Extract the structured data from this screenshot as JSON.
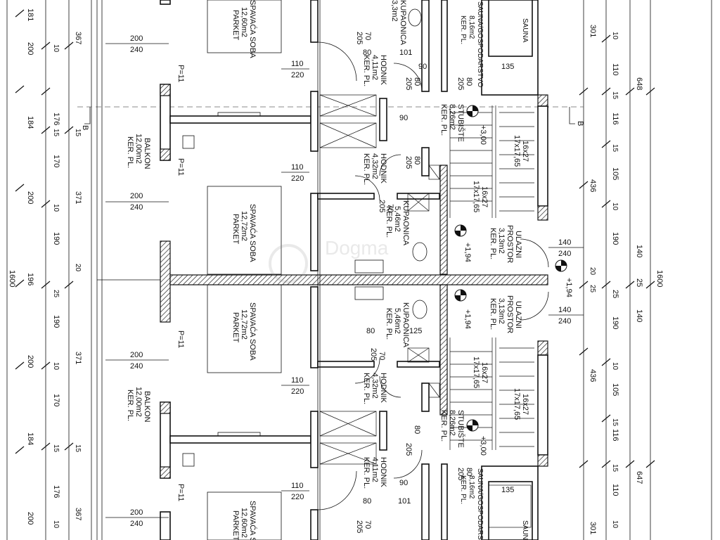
{
  "left_dims": {
    "col_a": [
      "181",
      "200",
      "184",
      "200",
      "196",
      "200",
      "184",
      "200"
    ],
    "col_b": [
      "367",
      "176",
      "170",
      "371",
      "190",
      "190",
      "371",
      "170",
      "176",
      "367"
    ],
    "col_c_small": [
      "10",
      "15",
      "15",
      "10",
      "20",
      "25",
      "10",
      "15",
      "15",
      "10"
    ],
    "total": "1600"
  },
  "right_dims": {
    "col_a": [
      "301",
      "110",
      "116",
      "105",
      "436",
      "190",
      "25",
      "190",
      "436",
      "105",
      "116",
      "110",
      "301"
    ],
    "col_b": [
      "648",
      "140",
      "140",
      "647"
    ],
    "col_c_small": [
      "10",
      "15",
      "15",
      "10",
      "20",
      "25",
      "10",
      "15",
      "15",
      "10"
    ],
    "total": "1600",
    "mid": "25"
  },
  "openings": {
    "w200_240": [
      "200",
      "240"
    ],
    "w110_220": [
      "110",
      "220"
    ],
    "w140_240": [
      "140",
      "240"
    ],
    "door_80_205": [
      "80",
      "205"
    ],
    "door_70_205": [
      "70",
      "205"
    ],
    "door_90": "90",
    "w101": "101",
    "w135": "135",
    "w125": "125",
    "p11": "P=11"
  },
  "rooms": {
    "spavaca_top": [
      "SPAVAĆA SOBA",
      "12,60m2",
      "PARKET"
    ],
    "spavaca_mid1": [
      "SPAVAĆA SOBA",
      "12,72m2",
      "PARKET"
    ],
    "spavaca_mid2": [
      "SPAVAĆA SOBA",
      "12,72m2",
      "PARKET"
    ],
    "spavaca_bot": [
      "SPAVAĆA SOBA",
      "12,60m2",
      "PARKET"
    ],
    "balkon1": [
      "BALKON",
      "12,00m2",
      "KER. PL."
    ],
    "balkon2": [
      "BALKON",
      "12,00m2",
      "KER. PL."
    ],
    "hodnik1": [
      "HODNIK",
      "4,11m2",
      "KER. PL."
    ],
    "hodnik2": [
      "HODNIK",
      "4,32m2",
      "KER. PL."
    ],
    "hodnik3": [
      "HODNIK",
      "4,32m2",
      "KER. PL."
    ],
    "hodnik4": [
      "HODNIK",
      "4,11m2",
      "KER. PL."
    ],
    "kupaonica_top": [
      "KUPAONICA",
      "3,3m2"
    ],
    "kupaonica1": [
      "KUPAONICA",
      "5,46m2",
      "KER. PL."
    ],
    "kupaonica2": [
      "KUPAONICA",
      "5,46m2",
      "KER. PL."
    ],
    "stubiste1": [
      "STUBIŠTE",
      "8,26m2",
      "KER. PL."
    ],
    "stubiste2": [
      "STUBIŠTE",
      "8,26m2",
      "KER. PL."
    ],
    "ulazni1": [
      "ULAZNI",
      "PROSTOR",
      "3,13m2",
      "KER. PL."
    ],
    "ulazni2": [
      "ULAZNI",
      "PROSTOR",
      "3,13m2",
      "KER. PL."
    ],
    "gosp_top": [
      "SAUNA/GOSPODARSTVO",
      "8,16m2",
      "KER. PL."
    ],
    "gosp_bot": [
      "SAUNA/GOSPODARSTVO",
      "8,16m2",
      "KER. PL."
    ],
    "sauna": "SAUNA",
    "stairs_a": "16x27",
    "stairs_b": "17x17,65"
  },
  "levels": {
    "l300": "+3,00",
    "l194": "+1,94"
  },
  "section_mark": "B",
  "watermark": "Dogma"
}
